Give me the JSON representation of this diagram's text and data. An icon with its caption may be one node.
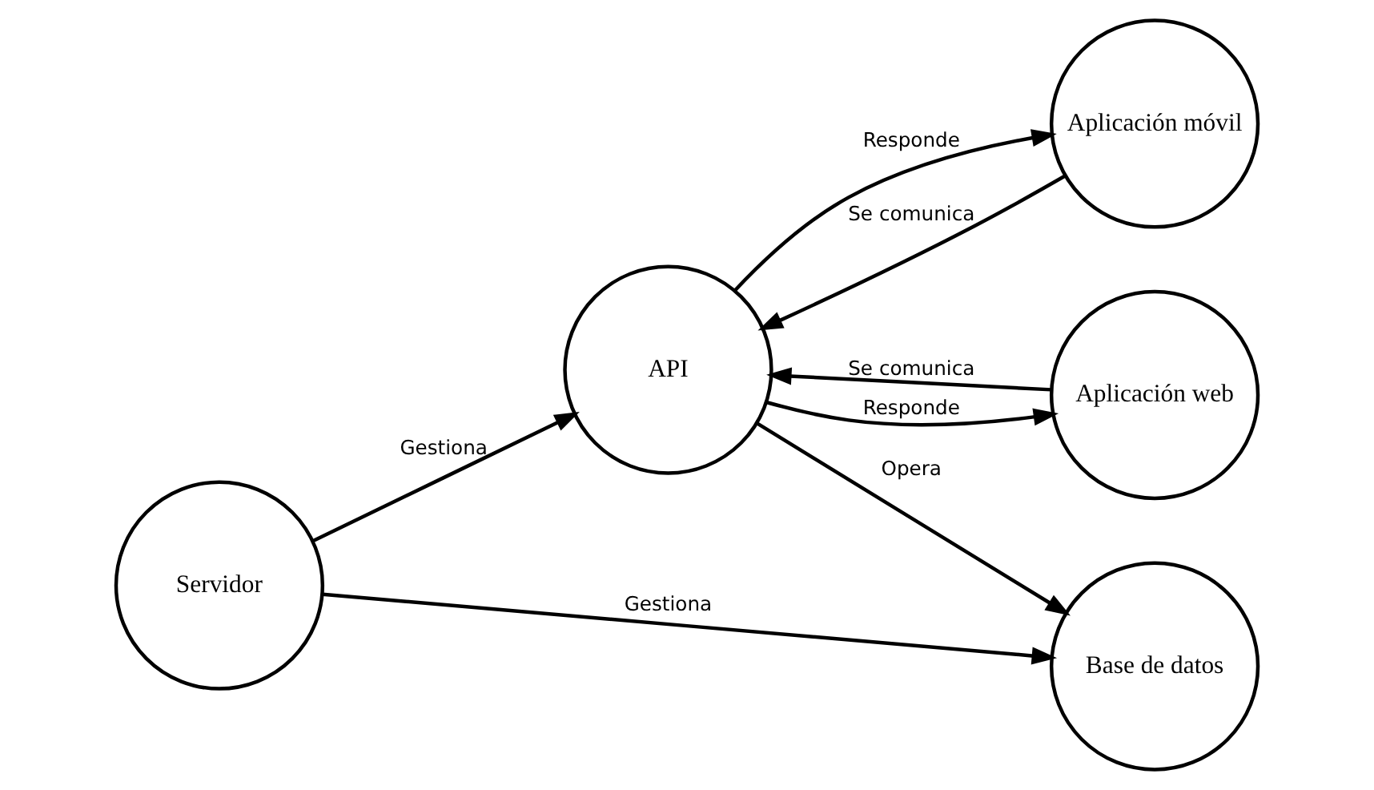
{
  "diagram": {
    "nodes": [
      {
        "text": [
          "Servidor"
        ]
      },
      {
        "text": [
          "Aplicación móvil"
        ]
      },
      {
        "text": [
          "API"
        ]
      },
      {
        "text": [
          "Base de datos"
        ]
      },
      {
        "text": [
          "Aplicación web"
        ]
      }
    ],
    "edges": [
      {
        "from": 1,
        "to": 2,
        "arrow": "to",
        "label": "Se comunica"
      },
      {
        "from": 2,
        "to": 1,
        "arrow": "to",
        "label": "Responde"
      },
      {
        "from": 4,
        "to": 2,
        "arrow": "to",
        "label": "Se comunica"
      },
      {
        "from": 2,
        "to": 4,
        "arrow": "to",
        "label": "Responde"
      },
      {
        "from": 2,
        "to": 3,
        "arrow": "to",
        "label": "Opera"
      },
      {
        "from": 0,
        "to": 2,
        "arrow": "to",
        "label": "Gestiona"
      },
      {
        "from": 0,
        "to": 3,
        "arrow": "to",
        "label": "Gestiona"
      }
    ]
  }
}
